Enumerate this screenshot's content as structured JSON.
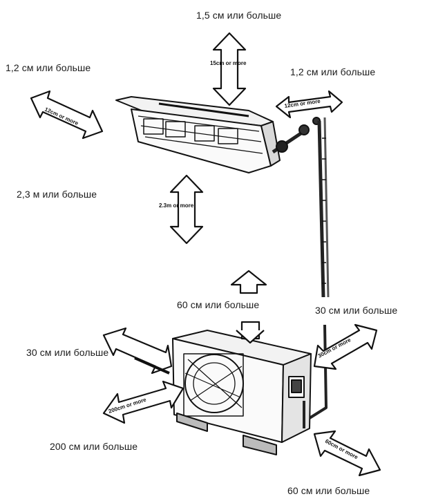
{
  "labels": {
    "top_clearance": "1,5 см или больше",
    "left_clearance": "1,2 см или больше",
    "right_clearance": "1,2 см или больше",
    "below_clearance": "2,3 м или больше",
    "outdoor_top": "60 см или больше",
    "outdoor_rear_right": "30 см или больше",
    "outdoor_rear_left": "30 см или больше",
    "outdoor_left": "200 см или больше",
    "outdoor_front": "60 см или больше"
  },
  "arrow_text": {
    "top": "15cm or more",
    "left": "12cm or more",
    "right": "12cm or more",
    "below": "2.3m or more",
    "outdoor_left": "200cm or more",
    "outdoor_rear": "30cm or more",
    "outdoor_front": "60cm or more"
  }
}
